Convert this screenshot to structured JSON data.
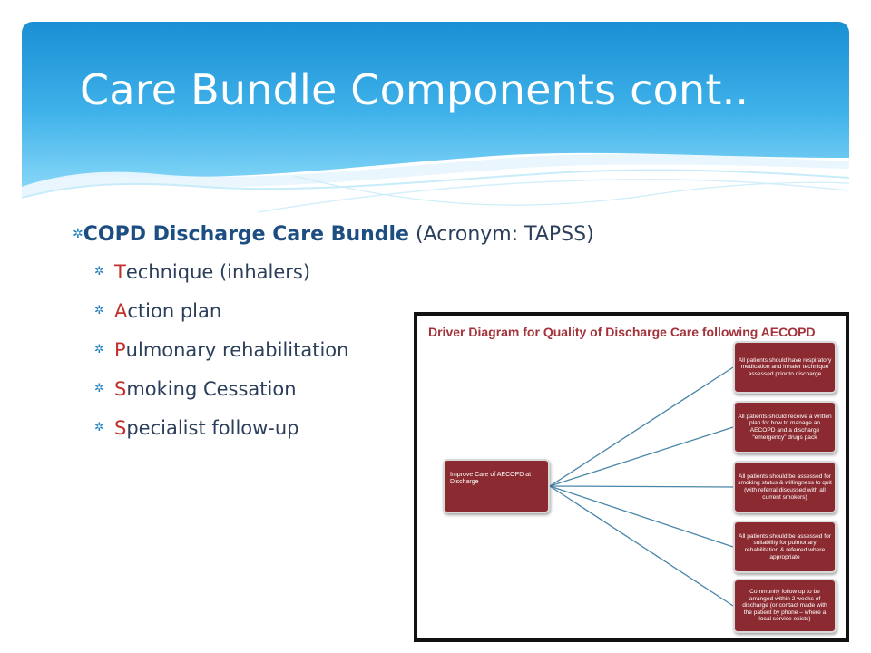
{
  "slide": {
    "title": "Care Bundle Components cont..",
    "main_bullet": {
      "strong": "COPD Discharge Care Bundle",
      "rest": " (Acronym: TAPSS)"
    },
    "sub_bullets": [
      {
        "initial": "T",
        "rest": "echnique (inhalers)"
      },
      {
        "initial": "A",
        "rest": "ction plan"
      },
      {
        "initial": "P",
        "rest": "ulmonary rehabilitation"
      },
      {
        "initial": "S",
        "rest": "moking Cessation"
      },
      {
        "initial": "S",
        "rest": "pecialist follow-up"
      }
    ]
  },
  "figure": {
    "title": "Driver Diagram for Quality of Discharge Care following AECOPD",
    "primary_driver": "Improve Care of AECOPD at Discharge",
    "secondary_drivers": [
      "All patients should have respiratory medication and inhaler technique assessed prior to discharge",
      "All patients should receive a written plan for how to manage an AECOPD and a discharge “emergency” drugs pack",
      "All patients should be assessed for smoking status & willingness to quit (with referral discussed with all current smokers)",
      "All patients should be assessed for suitability for pulmonary rehabilitation & referred where appropriate",
      "Community follow up to be arranged within 2 weeks of discharge (or contact made with the patient by phone – where a local service exists)"
    ]
  },
  "colors": {
    "banner_top": "#1a8fd3",
    "banner_bottom": "#7fd3f5",
    "accent_initial": "#c0312b",
    "driver_box": "#8b2b31",
    "connector": "#4a86a8",
    "figure_title": "#a3323a"
  },
  "icons": {
    "bullet": "asterisk-bullet-icon"
  }
}
